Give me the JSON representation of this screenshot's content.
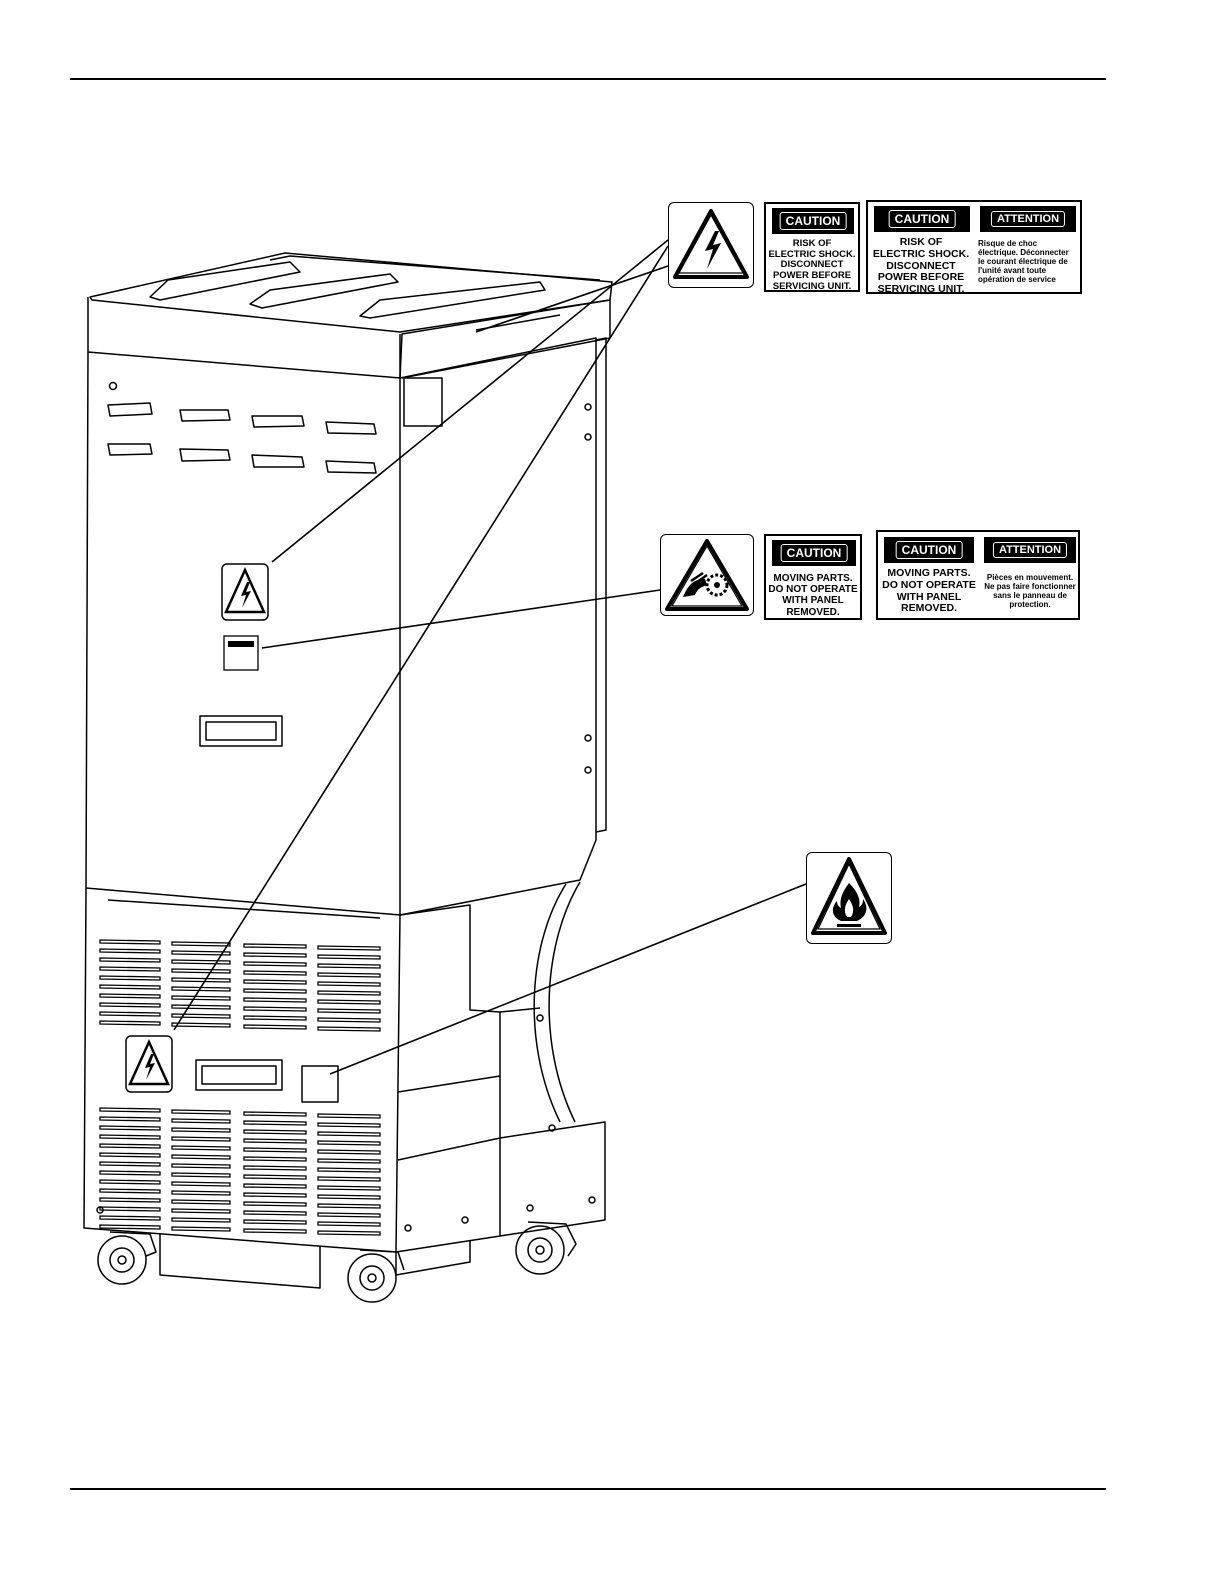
{
  "labels": {
    "shock_small": {
      "header": "CAUTION",
      "text": "RISK OF\nELECTRIC SHOCK.\nDISCONNECT\nPOWER BEFORE\nSERVICING UNIT."
    },
    "shock_bilingual": {
      "header_en": "CAUTION",
      "text_en": "RISK OF\nELECTRIC SHOCK.\nDISCONNECT\nPOWER BEFORE\nSERVICING UNIT.",
      "header_fr": "ATTENTION",
      "text_fr": "Risque de choc\nélectrique. Déconnecter\nle courant électrique de\nl'unité avant toute\nopération de service"
    },
    "moving_small": {
      "header": "CAUTION",
      "text": "MOVING PARTS.\nDO NOT OPERATE\nWITH PANEL\nREMOVED."
    },
    "moving_bilingual": {
      "header_en": "CAUTION",
      "text_en": "MOVING PARTS.\nDO NOT OPERATE\nWITH PANEL\nREMOVED.",
      "header_fr": "ATTENTION",
      "text_fr": "Pièces en mouvement.\nNe pas faire fonctionner\nsans le panneau de\nprotection."
    }
  },
  "symbols": [
    "electric-shock-icon",
    "moving-parts-icon",
    "flammable-icon"
  ]
}
